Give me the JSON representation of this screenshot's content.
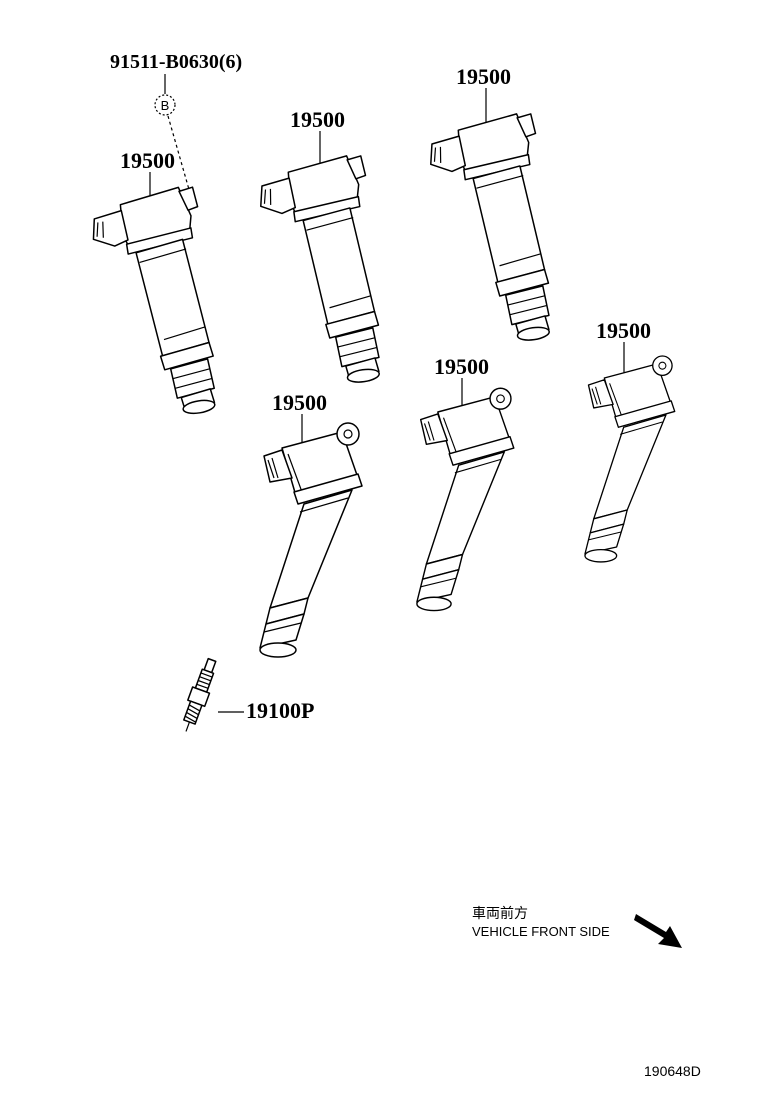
{
  "callouts": {
    "bolt": "91511-B0630(6)",
    "bolt_ref_letter": "B",
    "coil_1": "19500",
    "coil_2": "19500",
    "coil_3": "19500",
    "coil_4": "19500",
    "coil_5": "19500",
    "coil_6": "19500",
    "spark_plug": "19100P"
  },
  "direction": {
    "label_jp": "車両前方",
    "label_en": "VEHICLE FRONT SIDE",
    "arrow_icon": "arrow-down-right-icon"
  },
  "figure_id": "190648D"
}
